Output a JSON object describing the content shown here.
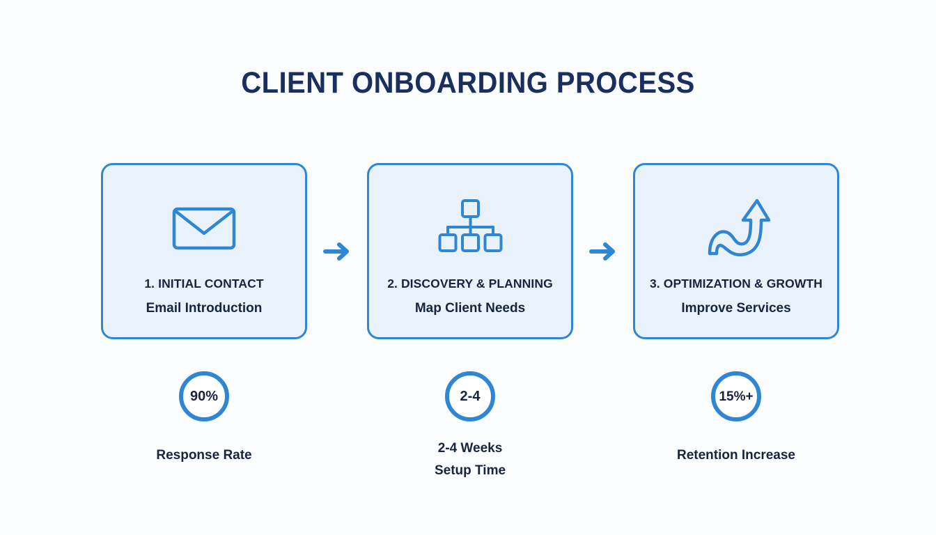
{
  "header": {
    "title": "CLIENT ONBOARDING PROCESS"
  },
  "colors": {
    "accent_blue": "#2f86d2",
    "card_fill": "#e9f2fb",
    "title_navy": "#1b2f5e",
    "text_navy": "#17243f",
    "background": "#fbfcfe"
  },
  "steps": [
    {
      "icon": "envelope-icon",
      "title": "1. INITIAL CONTACT",
      "subtitle": "Email Introduction"
    },
    {
      "icon": "sitemap-icon",
      "title": "2. DISCOVERY & PLANNING",
      "subtitle": "Map Client Needs"
    },
    {
      "icon": "growth-arrow-icon",
      "title": "3. OPTIMIZATION & GROWTH",
      "subtitle": "Improve Services"
    }
  ],
  "connectors": [
    {
      "icon": "arrow-right-icon"
    },
    {
      "icon": "arrow-right-icon"
    }
  ],
  "stats": [
    {
      "value": "90%",
      "label": "Response Rate"
    },
    {
      "value": "2-4",
      "label": "2-4 Weeks\nSetup Time"
    },
    {
      "value": "15%+",
      "label": "Retention Increase"
    }
  ]
}
